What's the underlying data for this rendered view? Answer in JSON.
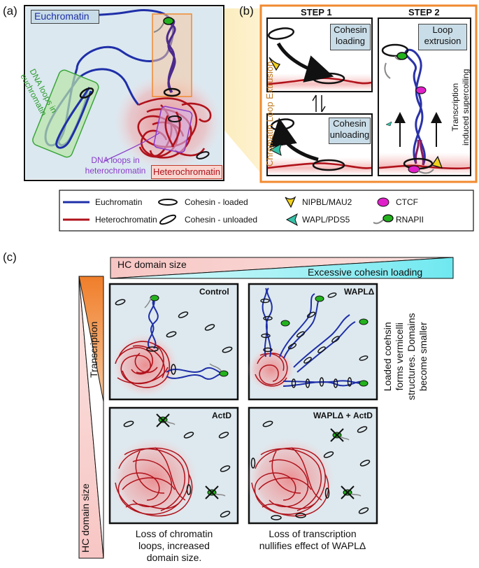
{
  "panel_a": {
    "label": "(a)",
    "euchromatin_title": "Euchromatin",
    "heterochromatin_title": "Heterochromatin",
    "loops_euchromatin": [
      "DNA loops in",
      "euchromatin"
    ],
    "loops_heterochromatin": [
      "DNA loops in",
      "heterochromatin"
    ]
  },
  "panel_b": {
    "label": "(b)",
    "side_label": "Chromatin Loop Extrusion",
    "step1_title": "STEP 1",
    "step2_title": "STEP 2",
    "cohesin_loading": [
      "Cohesin",
      "loading"
    ],
    "cohesin_unloading": [
      "Cohesin",
      "unloading"
    ],
    "loop_extrusion": [
      "Loop",
      "extrusion"
    ],
    "transcription_label": [
      "Transcription",
      "induced supercoiling"
    ]
  },
  "legend": {
    "euchromatin": "Euchromatin",
    "heterochromatin": "Heterochromatin",
    "cohesin_loaded": "Cohesin - loaded",
    "cohesin_unloaded": "Cohesin - unloaded",
    "nipbl": "NIPBL/MAU2",
    "wapl": "WAPL/PDS5",
    "ctcf": "CTCF",
    "rnapii": "RNAPII"
  },
  "panel_c": {
    "label": "(c)",
    "hc_domain_size_top": "HC domain size",
    "excessive_cohesin": "Excessive cohesin loading",
    "transcription": "Transcription",
    "hc_domain_size_left": "HC domain size",
    "control": "Control",
    "wapl": "WAPLΔ",
    "actd": "ActD",
    "wapl_actd": "WAPLΔ + ActD",
    "right_note": [
      "Loaded coehsin",
      "forms vermicelli",
      "structures. Domains",
      "become smaller"
    ],
    "caption_left": [
      "Loss of chromatin",
      "loops, increased",
      "domain size."
    ],
    "caption_right": [
      "Loss of transcription",
      "nullifies effect of WAPLΔ"
    ]
  },
  "colors": {
    "euchromatin": "#1f2fa8",
    "heterochromatin": "#b0121b",
    "cell_bg": "#dde9ef",
    "orange": "#f08a30",
    "nipbl": "#f1d11c",
    "wapl": "#35c2a8",
    "ctcf": "#e020c8",
    "rnapii": "#23b21e"
  }
}
